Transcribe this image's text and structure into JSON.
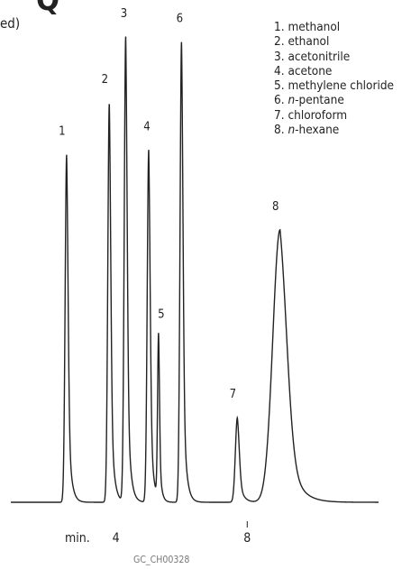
{
  "header": {
    "title_fragment": "Q",
    "subtitle_fragment": "ed)"
  },
  "chart_data": {
    "type": "line",
    "description_free": true,
    "xlabel": "min.",
    "x_ticks": [
      4,
      8
    ],
    "xlim": [
      0.8,
      12
    ],
    "ylim": [
      0,
      100
    ],
    "grid": false,
    "legend_placement": "top-right",
    "legend": [
      {
        "html": "1. methanol"
      },
      {
        "html": "2. ethanol"
      },
      {
        "html": "3. acetonitrile"
      },
      {
        "html": "4. acetone"
      },
      {
        "html": "5. methylene chloride"
      },
      {
        "html": "6. <i>n</i>-pentane"
      },
      {
        "html": "7. chloroform"
      },
      {
        "html": "8. <i>n</i>-hexane"
      }
    ],
    "peaks": [
      {
        "label": "1",
        "rt": 2.5,
        "height": 74
      },
      {
        "label": "2",
        "rt": 3.8,
        "height": 85
      },
      {
        "label": "3",
        "rt": 4.3,
        "height": 99
      },
      {
        "label": "4",
        "rt": 5.0,
        "height": 75
      },
      {
        "label": "5",
        "rt": 5.3,
        "height": 35
      },
      {
        "label": "6",
        "rt": 6.0,
        "height": 98
      },
      {
        "label": "7",
        "rt": 7.7,
        "height": 18
      },
      {
        "label": "8",
        "rt": 9.0,
        "height": 58
      }
    ],
    "footer": "GC_CH00328"
  }
}
